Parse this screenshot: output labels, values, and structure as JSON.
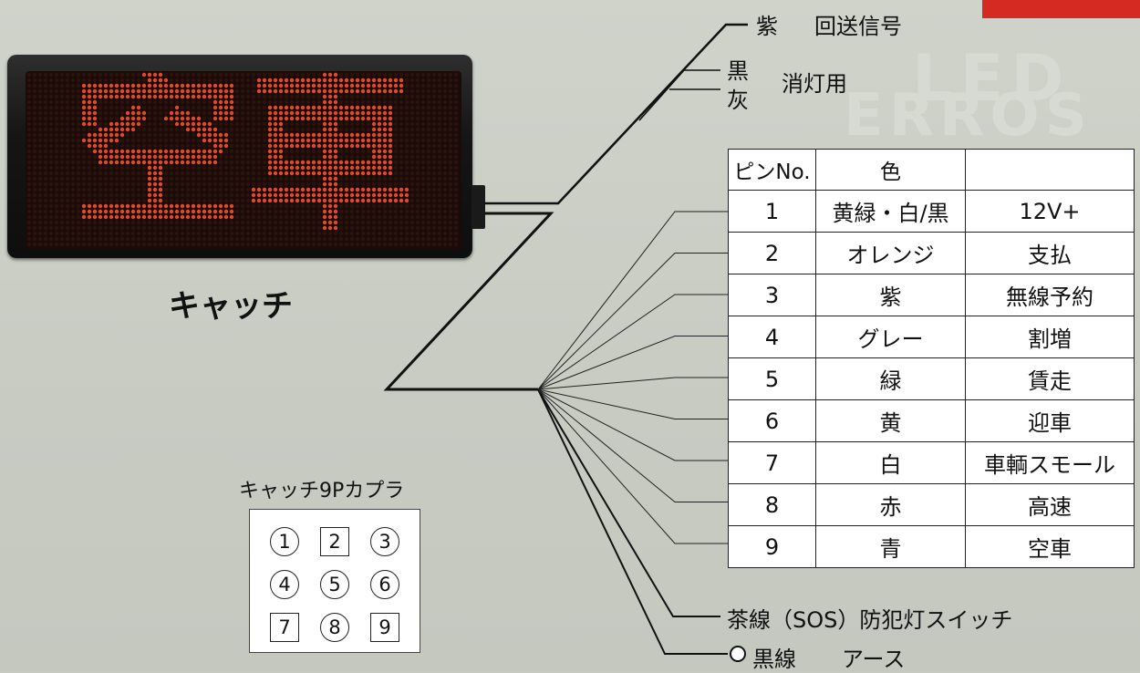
{
  "device": {
    "display_text": "空車",
    "name": "キャッチ"
  },
  "top_wires": [
    {
      "color": "紫",
      "function": "回送信号"
    },
    {
      "color": "黒",
      "function": "消灯用"
    },
    {
      "color": "灰",
      "function": ""
    }
  ],
  "table": {
    "headers": [
      "ピンNo.",
      "色",
      ""
    ],
    "rows": [
      [
        "1",
        "黄緑・白/黒",
        "12V+"
      ],
      [
        "2",
        "オレンジ",
        "支払"
      ],
      [
        "3",
        "紫",
        "無線予約"
      ],
      [
        "4",
        "グレー",
        "割増"
      ],
      [
        "5",
        "緑",
        "賃走"
      ],
      [
        "6",
        "黄",
        "迎車"
      ],
      [
        "7",
        "白",
        "車輌スモール"
      ],
      [
        "8",
        "赤",
        "高速"
      ],
      [
        "9",
        "青",
        "空車"
      ]
    ]
  },
  "coupler": {
    "title": "キャッチ9Pカプラ",
    "pins": [
      {
        "label": "1",
        "shape": "round"
      },
      {
        "label": "2",
        "shape": "square"
      },
      {
        "label": "3",
        "shape": "round"
      },
      {
        "label": "4",
        "shape": "round"
      },
      {
        "label": "5",
        "shape": "round"
      },
      {
        "label": "6",
        "shape": "round"
      },
      {
        "label": "7",
        "shape": "square"
      },
      {
        "label": "8",
        "shape": "round"
      },
      {
        "label": "9",
        "shape": "square"
      }
    ]
  },
  "bottom_wires": {
    "brown": "茶線（SOS）防犯灯スイッチ",
    "ground_color": "黒線",
    "ground_function": "アース"
  },
  "colors": {
    "background": "#c9cdc4",
    "led": "#e24a2e",
    "accent_tab": "#d42a22",
    "device_body": "#151515"
  }
}
